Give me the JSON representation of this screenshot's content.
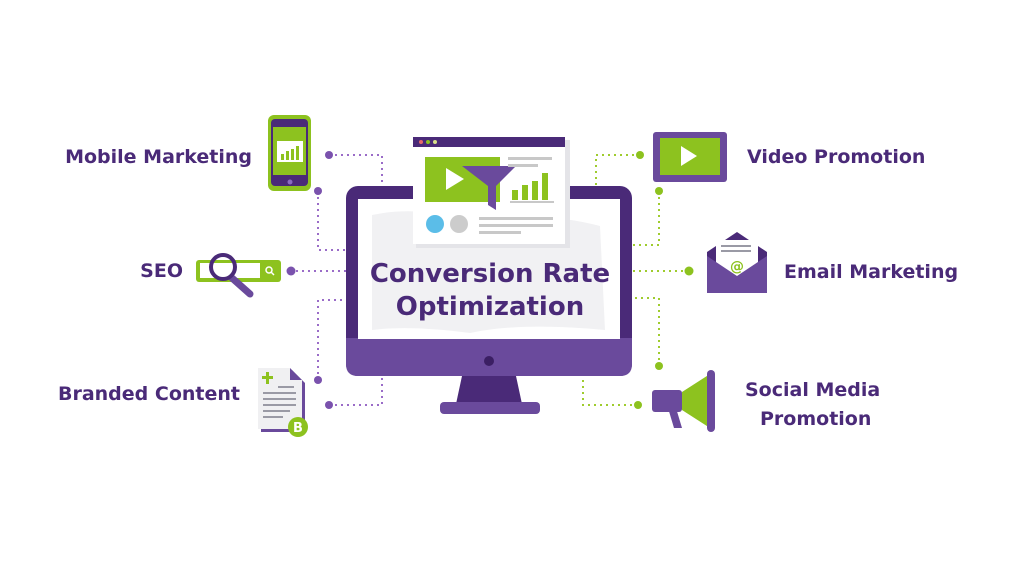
{
  "title": {
    "line1": "Conversion Rate",
    "line2": "Optimization"
  },
  "items_left": [
    {
      "label": "Mobile Marketing",
      "icon": "smartphone-chart-icon"
    },
    {
      "label": "SEO",
      "icon": "search-bar-magnifier-icon"
    },
    {
      "label": "Branded Content",
      "icon": "document-badge-icon",
      "badge": "B"
    }
  ],
  "items_right": [
    {
      "label": "Video Promotion",
      "icon": "video-play-icon"
    },
    {
      "label": "Email Marketing",
      "icon": "envelope-at-icon",
      "symbol": "@"
    },
    {
      "label_line1": "Social Media",
      "label_line2": "Promotion",
      "icon": "megaphone-icon"
    }
  ],
  "colors": {
    "purple_dark": "#4a2a78",
    "purple": "#6a4a9c",
    "green": "#8dc21f",
    "blue": "#5bbde8",
    "gray": "#cccccc"
  }
}
